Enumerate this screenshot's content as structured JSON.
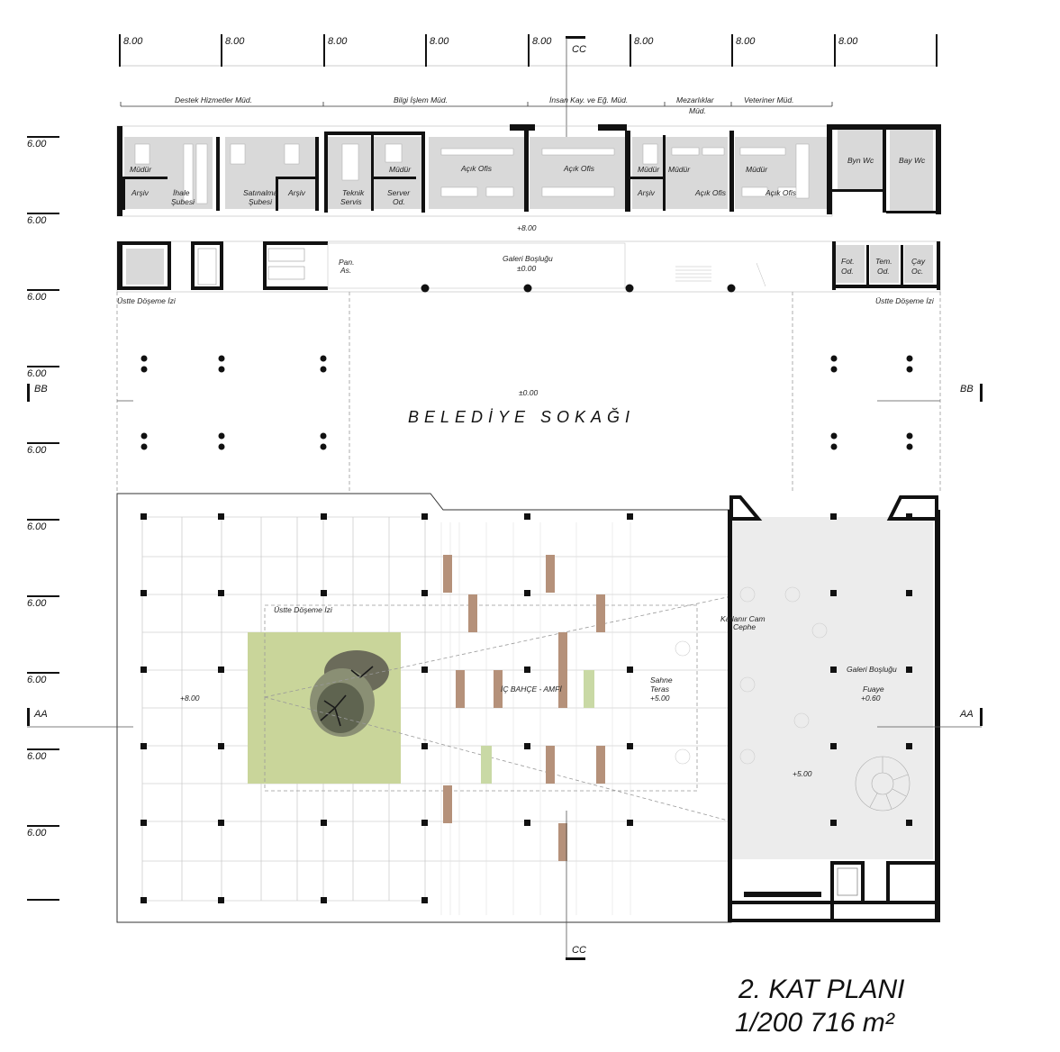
{
  "plan": {
    "title": "2. KAT PLANI",
    "scale_area": "1/200 716 m²",
    "street": "BELEDİYE SOKAĞI",
    "level_street": "±0.00"
  },
  "top_dims": [
    "8.00",
    "8.00",
    "8.00",
    "8.00",
    "8.00",
    "8.00",
    "8.00",
    "8.00"
  ],
  "left_dims": [
    "6.00",
    "6.00",
    "6.00",
    "6.00",
    "6.00",
    "6.00",
    "6.00",
    "6.00",
    "6.00",
    "6.00"
  ],
  "sections": {
    "cc": "CC",
    "bb": "BB",
    "aa": "AA"
  },
  "departments": [
    "Destek Hizmetler Müd.",
    "Bilgi İşlem Müd.",
    "İnsan Kay. ve Eğ. Müd.",
    "Mezarlıklar",
    "Müd.",
    "Veteriner Müd."
  ],
  "rooms": {
    "mudur": "Müdür",
    "arsiv": "Arşiv",
    "ihale_1": "İhale",
    "ihale_2": "Şubesi",
    "satin_1": "Satınalma",
    "satin_2": "Şubesi",
    "teknik_1": "Teknik",
    "teknik_2": "Servis",
    "server_1": "Server",
    "server_2": "Od.",
    "acik": "Açık Ofis",
    "byn_wc": "Byn Wc",
    "bay_wc": "Bay Wc",
    "pan_1": "Pan.",
    "pan_2": "As.",
    "galeri": "Galeri Boşluğu",
    "level_galeri": "±0.00",
    "level_top": "+8.00",
    "fot_1": "Fot.",
    "fot_2": "Od.",
    "tem_1": "Tem.",
    "tem_2": "Od.",
    "cay_1": "Çay",
    "cay_2": "Oc.",
    "ustte": "Üstte Döşeme İzi"
  },
  "lower": {
    "level_west": "+8.00",
    "ustte": "Üstte Döşeme İzi",
    "ic_bahce": "İÇ BAHÇE - AMFİ",
    "sahne_1": "Sahne",
    "sahne_2": "Teras",
    "sahne_3": "+5.00",
    "katlanir_1": "Katlanır Cam",
    "katlanir_2": "Cephe",
    "galeri": "Galeri Boşluğu",
    "fuaye_1": "Fuaye",
    "fuaye_2": "+0.60",
    "level_east": "+5.00"
  },
  "colors": {
    "wall": "#111111",
    "room": "#d9d9d9",
    "lawn": "#c9d59a",
    "bench": "#b5917a",
    "planter": "#c9d9a5",
    "foyer": "#ececec"
  }
}
